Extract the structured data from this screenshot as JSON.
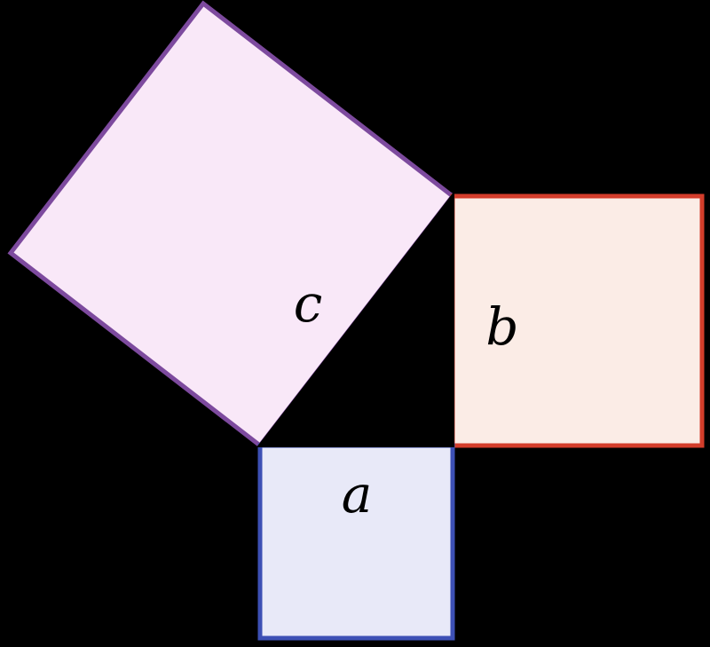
{
  "diagram": {
    "description": "Right triangle with squares drawn on each of its three sides (Pythagorean theorem figure)",
    "labels": {
      "side_a": "a",
      "side_b": "b",
      "hypotenuse_c": "c"
    },
    "colors": {
      "background": "#000000",
      "square_a_fill": "#e8e9f8",
      "square_a_stroke": "#3d50b5",
      "square_b_fill": "#fbece6",
      "square_b_stroke": "#d33d2b",
      "square_c_fill": "#f9e8f8",
      "square_c_stroke": "#7d4a9e",
      "triangle_fill": "#000000",
      "triangle_stroke": "#000000",
      "label_color": "#000000"
    }
  }
}
